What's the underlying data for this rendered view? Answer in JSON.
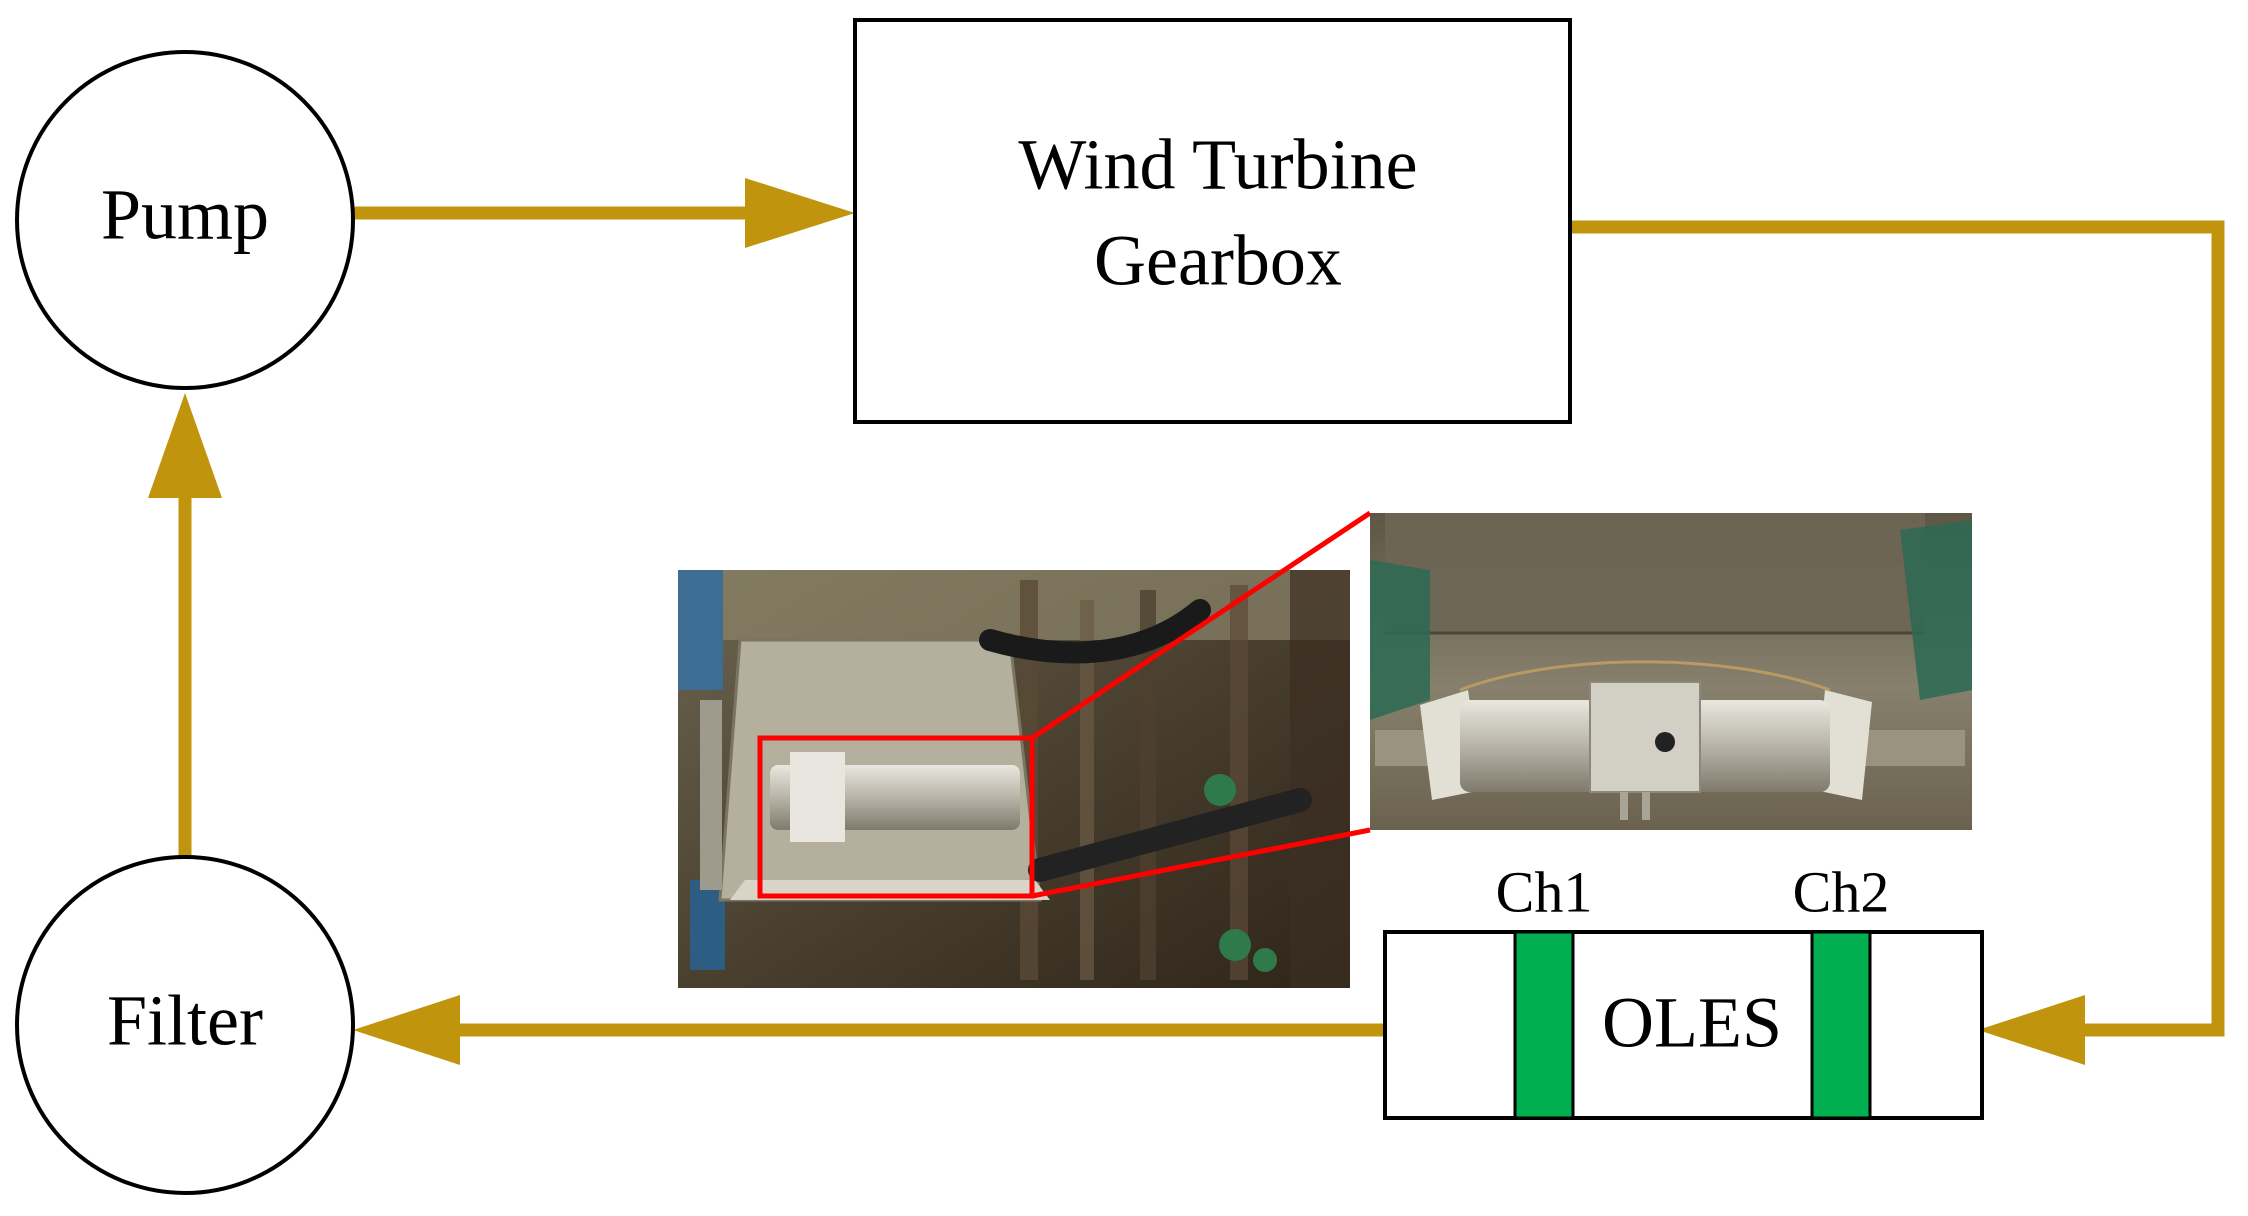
{
  "nodes": {
    "pump": {
      "label": "Pump"
    },
    "filter": {
      "label": "Filter"
    },
    "gearbox": {
      "line1": "Wind Turbine",
      "line2": "Gearbox"
    },
    "oles": {
      "label": "OLES"
    }
  },
  "channels": {
    "ch1": "Ch1",
    "ch2": "Ch2"
  },
  "colors": {
    "flow_line": "#C0940C",
    "channel_band": "#00B050",
    "zoom_box": "#FF0000",
    "outline": "#000000"
  }
}
